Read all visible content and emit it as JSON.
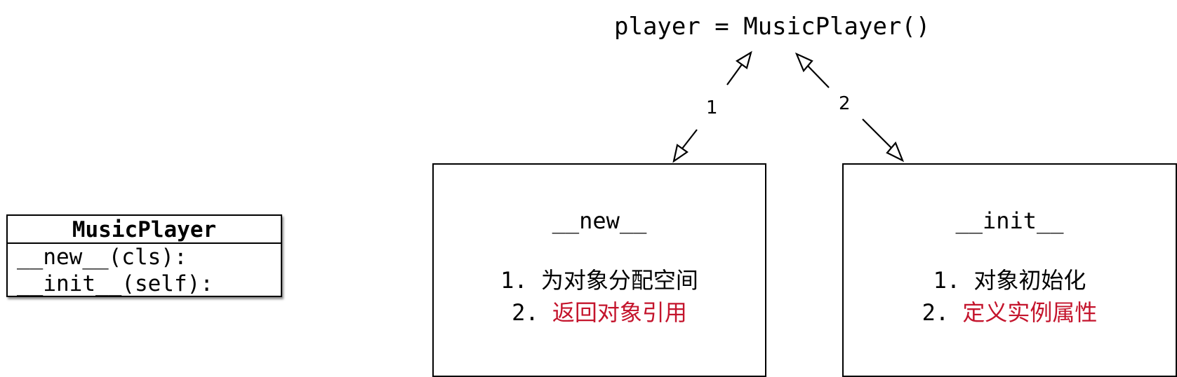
{
  "expression": "player = MusicPlayer()",
  "uml_class": {
    "name": "MusicPlayer",
    "methods": [
      "__new__(cls):",
      "__init__(self):"
    ]
  },
  "arrow_labels": [
    "1",
    "2"
  ],
  "new_box": {
    "title": "__new__",
    "steps": [
      {
        "num": "1.",
        "text": "为对象分配空间"
      },
      {
        "num": "2.",
        "text": "返回对象引用"
      }
    ]
  },
  "init_box": {
    "title": "__init__",
    "steps": [
      {
        "num": "1.",
        "text": "对象初始化"
      },
      {
        "num": "2.",
        "text": "定义实例属性"
      }
    ]
  },
  "colors": {
    "highlight": "#c4142c",
    "line": "#000000"
  }
}
